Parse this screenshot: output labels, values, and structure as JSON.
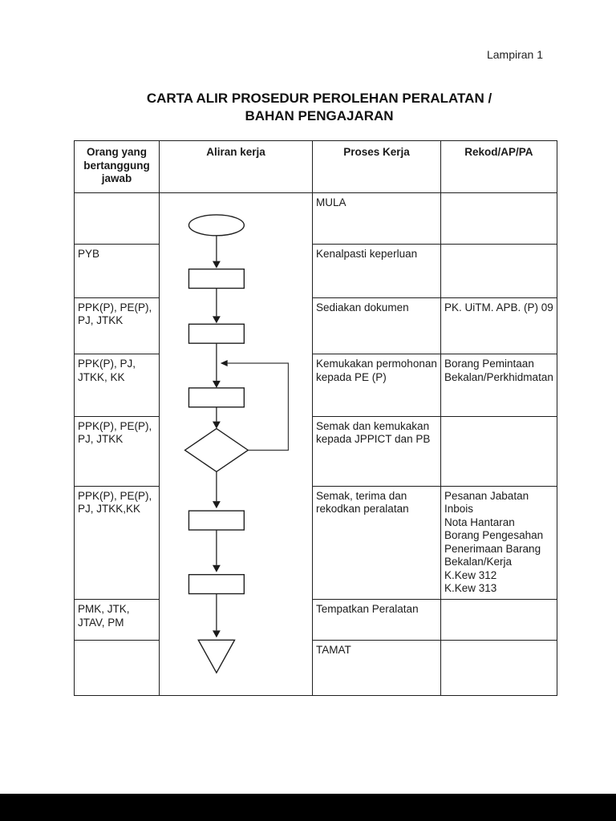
{
  "page": {
    "corner_label": "Lampiran 1",
    "title": "CARTA ALIR PROSEDUR PEROLEHAN PERALATAN /\nBAHAN PENGAJARAN"
  },
  "table": {
    "headers": {
      "responsible": "Orang yang\nbertanggung\njawab",
      "workflow": "Aliran kerja",
      "process": "Proses Kerja",
      "record": "Rekod/AP/PA"
    },
    "rows": [
      {
        "responsible": "",
        "process": "MULA",
        "record": ""
      },
      {
        "responsible": "PYB",
        "process": "Kenalpasti keperluan",
        "record": ""
      },
      {
        "responsible": "PPK(P), PE(P),\nPJ, JTKK",
        "process": "Sediakan dokumen",
        "record": "PK. UiTM. APB. (P) 09"
      },
      {
        "responsible": "PPK(P), PJ,\nJTKK, KK",
        "process": "Kemukakan permohonan\nkepada PE (P)",
        "record": "Borang Pemintaan\nBekalan/Perkhidmatan"
      },
      {
        "responsible": "PPK(P), PE(P),\nPJ, JTKK",
        "process": "Semak dan kemukakan\nkepada JPPICT dan PB",
        "record": ""
      },
      {
        "responsible": "PPK(P), PE(P),\nPJ, JTKK,KK",
        "process": "Semak, terima dan\nrekodkan peralatan",
        "record": "Pesanan Jabatan\nInbois\nNota Hantaran\nBorang Pengesahan\nPenerimaan Barang\nBekalan/Kerja\nK.Kew 312\nK.Kew 313"
      },
      {
        "responsible": "PMK, JTK,\nJTAV, PM",
        "process": "Tempatkan Peralatan",
        "record": ""
      },
      {
        "responsible": "",
        "process": "TAMAT",
        "record": ""
      }
    ],
    "flowchart": {
      "sequence": [
        "oval-start",
        "rectangle",
        "rectangle",
        "rectangle",
        "diamond-decision",
        "rectangle",
        "rectangle",
        "triangle-end"
      ],
      "loop": "from diamond right vertex back up to junction before third rectangle"
    }
  },
  "colors": {
    "background": "#ffffff",
    "line": "#1f1f1f",
    "text": "#1a1a1a",
    "footer_bar": "#000000"
  }
}
